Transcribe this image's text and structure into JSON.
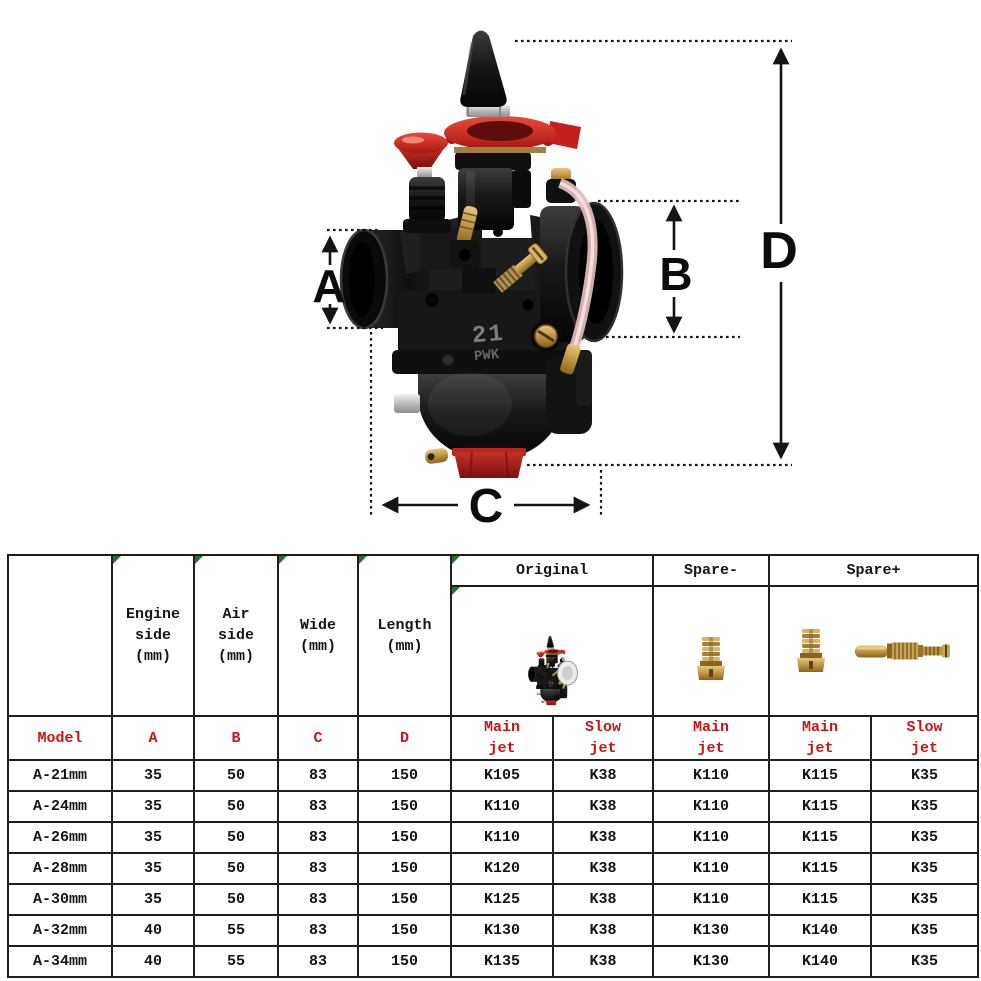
{
  "diagram": {
    "dimension_labels": {
      "a": "A",
      "b": "B",
      "c": "C",
      "d": "D"
    },
    "part_marking_line1": "21",
    "part_marking_line2": "PWK",
    "icon_names": [
      "carburetor-photo",
      "dimension-arrows"
    ]
  },
  "table": {
    "group_headers": {
      "original": "Original",
      "spare_minus": "Spare-",
      "spare_plus": "Spare+"
    },
    "dim_headers": [
      "Engine\nside\n(mm)",
      "Air\nside\n(mm)",
      "Wide\n(mm)",
      "Length\n(mm)"
    ],
    "sub_headers": [
      "Model",
      "A",
      "B",
      "C",
      "D",
      "Main\njet",
      "Slow\njet",
      "Main\njet",
      "Main\njet",
      "Slow\njet"
    ],
    "rows": [
      [
        "A-21mm",
        "35",
        "50",
        "83",
        "150",
        "K105",
        "K38",
        "K110",
        "K115",
        "K35"
      ],
      [
        "A-24mm",
        "35",
        "50",
        "83",
        "150",
        "K110",
        "K38",
        "K110",
        "K115",
        "K35"
      ],
      [
        "A-26mm",
        "35",
        "50",
        "83",
        "150",
        "K110",
        "K38",
        "K110",
        "K115",
        "K35"
      ],
      [
        "A-28mm",
        "35",
        "50",
        "83",
        "150",
        "K120",
        "K38",
        "K110",
        "K115",
        "K35"
      ],
      [
        "A-30mm",
        "35",
        "50",
        "83",
        "150",
        "K125",
        "K38",
        "K110",
        "K115",
        "K35"
      ],
      [
        "A-32mm",
        "40",
        "55",
        "83",
        "150",
        "K130",
        "K38",
        "K130",
        "K140",
        "K35"
      ],
      [
        "A-34mm",
        "40",
        "55",
        "83",
        "150",
        "K135",
        "K38",
        "K130",
        "K140",
        "K35"
      ]
    ],
    "icon_names": [
      "mini-carburetor-icon",
      "main-jet-icon",
      "main-jet-icon",
      "slow-jet-icon"
    ]
  },
  "colors": {
    "accent_red": "#c4201d",
    "table_text_red": "#cc1313",
    "brass": "#c9a04e",
    "line_black": "#141414",
    "corner_marker_green": "#2f7032"
  }
}
